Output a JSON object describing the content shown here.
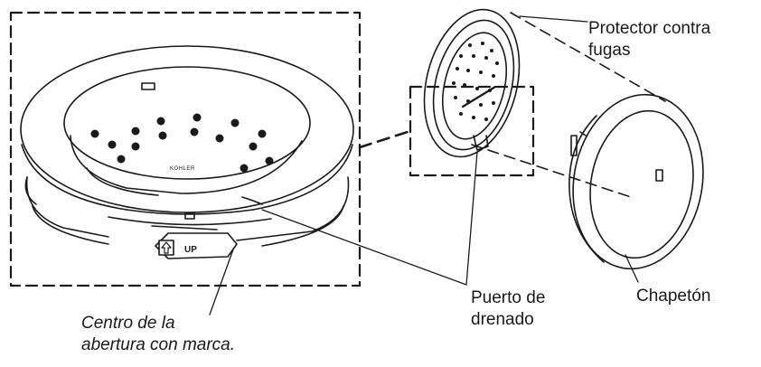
{
  "labels": {
    "protector": {
      "line1": "Protector contra",
      "line2": "fugas"
    },
    "chapeton": "Chapetón",
    "puerto": {
      "line1": "Puerto de",
      "line2": "drenado"
    },
    "centro": {
      "line1": "Centro de la",
      "line2": "abertura con marca."
    }
  },
  "part_markings": {
    "brand": "KOHLER",
    "up_tab": "UP"
  },
  "icons": {
    "up_arrow": "up-arrow-icon"
  },
  "colors": {
    "ink": "#1a1a1a",
    "background": "#ffffff"
  }
}
